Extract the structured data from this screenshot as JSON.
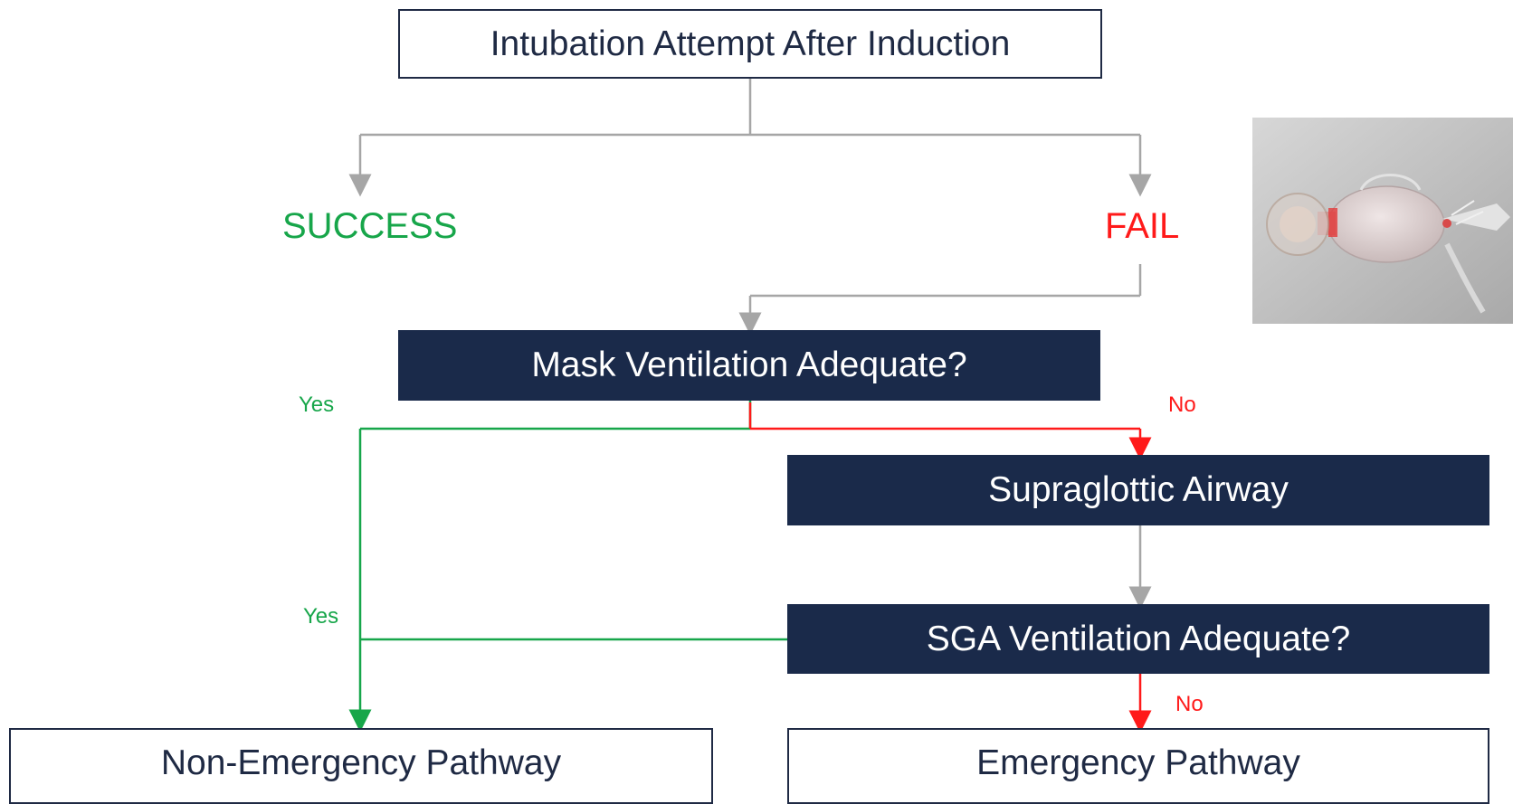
{
  "nodes": {
    "start": "Intubation Attempt After Induction",
    "mask_check": "Mask Ventilation Adequate?",
    "sga_insert": "Supraglottic Airway",
    "sga_check": "SGA Ventilation Adequate?",
    "non_emergency": "Non-Emergency Pathway",
    "emergency": "Emergency Pathway"
  },
  "outcomes": {
    "success": "SUCCESS",
    "fail": "FAIL"
  },
  "edge_labels": {
    "mask_yes": "Yes",
    "mask_no": "No",
    "sga_yes": "Yes",
    "sga_no": "No"
  },
  "colors": {
    "dark_box": "#1a2a4a",
    "neutral_line": "#a6a6a6",
    "yes_green": "#17a64a",
    "no_red": "#ff1a1a"
  },
  "icons": {
    "photo": "bag-valve-mask-photo"
  }
}
